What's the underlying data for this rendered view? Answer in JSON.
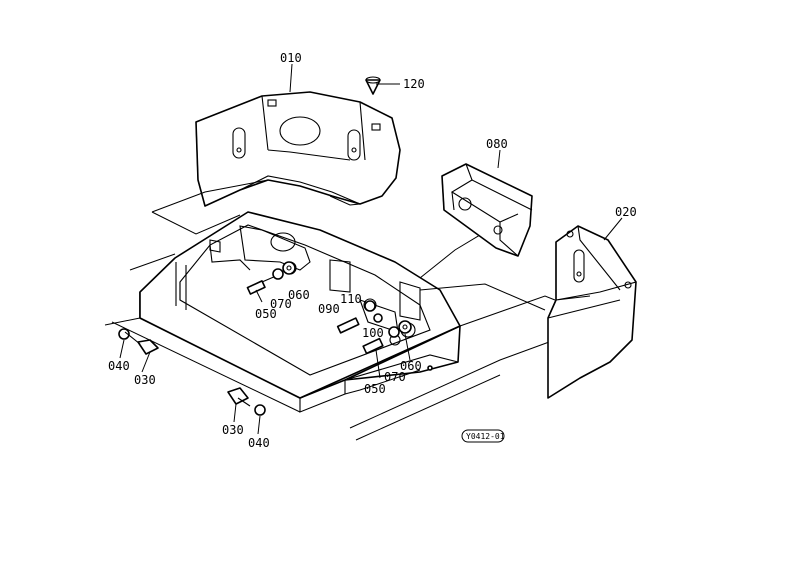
{
  "diagram": {
    "drawing_code": "Y0412-01",
    "labels": {
      "p010": "010",
      "p020": "020",
      "p030_a": "030",
      "p030_b": "030",
      "p040_a": "040",
      "p040_b": "040",
      "p050_a": "050",
      "p050_b": "050",
      "p060_a": "060",
      "p060_b": "060",
      "p070_a": "070",
      "p070_b": "070",
      "p080": "080",
      "p090": "090",
      "p100": "100",
      "p110": "110",
      "p120": "120"
    }
  }
}
